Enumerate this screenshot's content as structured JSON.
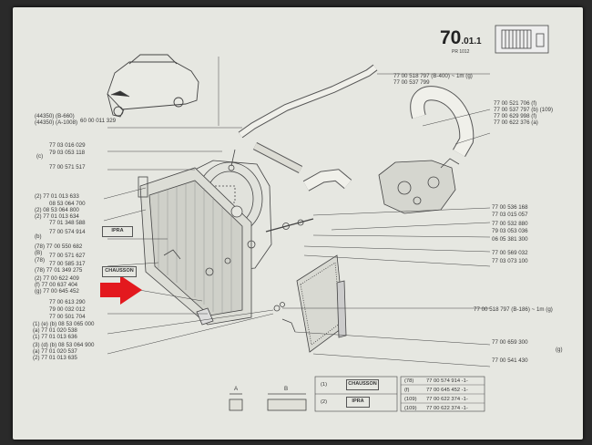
{
  "header": {
    "section": "70",
    "subsection": ".01.1",
    "ref": "PR 1012"
  },
  "left_labels": [
    "(44350) (B-660)",
    "(44350) (A-1008)",
    "60 00 011 329",
    "77 03 016 029",
    "79 03 053 118",
    "(c)",
    "77 00 571 517",
    "(2) 77 01 013 633",
    "08 53 064 700",
    "(2) 08 53 064 800",
    "(2) 77 01 013 634",
    "77 01 348 588",
    "(b)",
    "77 00 574 914",
    "(B)",
    "(78) 77 00 550 682",
    "(78)",
    "77 00 571 627",
    "77 00 585 317",
    "(78) 77 01 349 275",
    "(2) 77 00 622 409",
    "(f) 77 00 637 404",
    "(g) 77 00 645 452",
    "77 00 613 290",
    "79 00 032 012",
    "77 00 501 704",
    "(1) (e) (b) 08 53 065 000",
    "(a) 77 01 020 538",
    "(1) 77 01 013 636",
    "(3) (d) (b) 08 53 064 900",
    "(a) 77 01 020 537",
    "(2) 77 01 013 635"
  ],
  "right_labels": [
    "77 00 518 797 (B-400) ~ 1m (g)",
    "77 00 537 799",
    "77 00 521 706 (f)",
    "77 00 537 797 (b) (109)",
    "77 00 629 998 (f)",
    "77 00 622 376 (a)",
    "77 00 536 168",
    "77 03 015 057",
    "77 00 532 880",
    "79 03 053 036",
    "06 05 381 300",
    "77 00 569 032",
    "77 03 073 100",
    "77 00 518 797 (B-186) ~ 1m (g)",
    "77 00 659 300",
    "(g)",
    "77 00 541 430"
  ],
  "tags": {
    "ipra": "IPRA",
    "chausson": "CHAUSSON"
  },
  "hose_dims": {
    "a": "A",
    "b": "B"
  },
  "legend_left": [
    {
      "num": "(1)",
      "label": "CHAUSSON"
    },
    {
      "num": "(2)",
      "label": "IPRA"
    }
  ],
  "legend_right": [
    {
      "num": "(78)",
      "code": "77 00 574 914 -1-"
    },
    {
      "num": "(f)",
      "code": "77 00 645 452 -1-"
    },
    {
      "num": "(109)",
      "code": "77 00 622 374 -1-"
    },
    {
      "num": "(109)",
      "code": "77 00 622 374 -1-"
    }
  ],
  "colors": {
    "paper": "#e6e7e1",
    "ink": "#3a3a3a",
    "arrow": "#e3191e"
  }
}
